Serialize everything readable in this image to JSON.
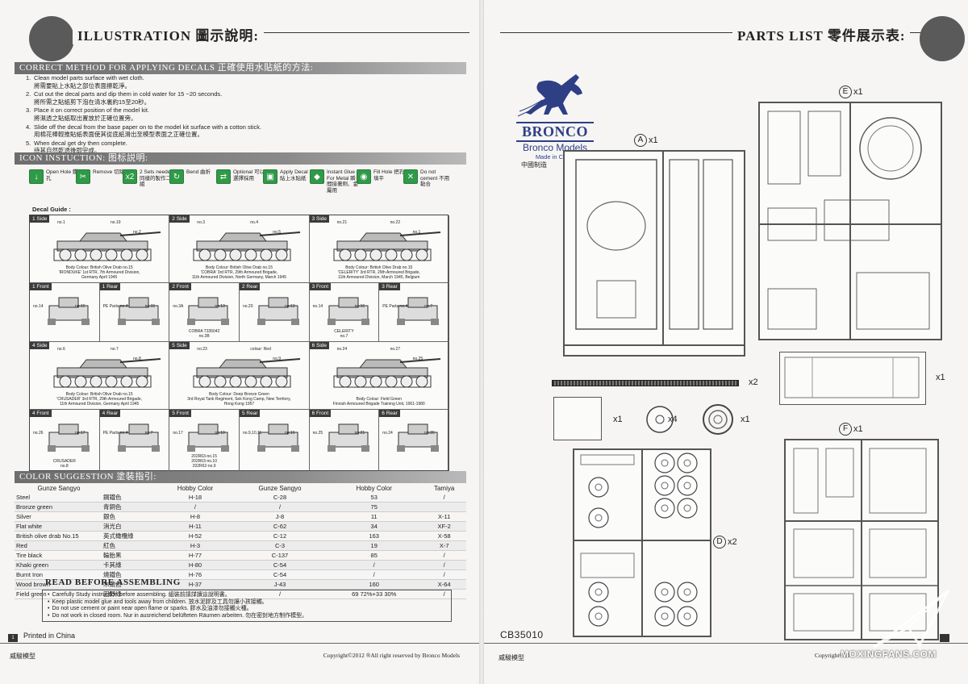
{
  "left": {
    "header_title": "ILLUSTRATION  圖示說明:",
    "decal_band": "CORRECT METHOD FOR APPLYING DECALS  正確使用水貼紙的方法:",
    "steps": [
      {
        "n": "1.",
        "en": "Clean model parts surface with wet cloth.",
        "zh": "將需要貼上水貼之部位表面擦乾淨。"
      },
      {
        "n": "2.",
        "en": "Cut out the decal parts and dip them in cold water for 15 ~20 seconds.",
        "zh": "將所需之貼紙剪下泡在清水裏約15至20秒。"
      },
      {
        "n": "3.",
        "en": "Place it on correct position of the model kit.",
        "zh": "將濕透之貼紙取出置放於正確位置旁。"
      },
      {
        "n": "4.",
        "en": "Slide off the decal from the base paper on to the model kit surface with a cotton stick.",
        "zh": "用棉花棒輕推貼紙表面使其從底紙滑出至模型表面之正確位置。"
      },
      {
        "n": "5.",
        "en": "When decal get dry then complete.",
        "zh": "待其自然乾透後即完成。"
      }
    ],
    "icon_band": "ICON INSTUCTION:  图标説明:",
    "icons": [
      {
        "name": "open-hole-icon",
        "glyph": "↓",
        "label": "Open Hole 鑽孔"
      },
      {
        "name": "remove-icon",
        "glyph": "✂",
        "label": "Remove 切除"
      },
      {
        "name": "two-sets-icon",
        "glyph": "x2",
        "label": "2 Sets needed 同樣的製作二組"
      },
      {
        "name": "bend-icon",
        "glyph": "↻",
        "label": "Bend 曲折"
      },
      {
        "name": "optional-icon",
        "glyph": "⇄",
        "label": "Optional 可以選擇採用"
      },
      {
        "name": "apply-decal-icon",
        "glyph": "▣",
        "label": "Apply Decal 貼上水貼紙"
      },
      {
        "name": "glue-icon",
        "glyph": "◆",
        "label": "Instant Glue For Metal 瞬間接著劑、金屬用"
      },
      {
        "name": "fill-hole-icon",
        "glyph": "◉",
        "label": "Fill Hole 把孔填平"
      },
      {
        "name": "no-cement-icon",
        "glyph": "✕",
        "label": "Do not cement 不用黏合"
      }
    ],
    "decal_guide_title": "Decal Guide :",
    "side_cells": [
      {
        "tag": "1 Side",
        "nums": [
          "no.1",
          "no.19",
          "no.2"
        ],
        "cap": "Body Colour: British Olive Drab no.15\n'IRONDUKE' 1st RTR, 7th Armoured Division,\nGermany April 1945"
      },
      {
        "tag": "2 Side",
        "nums": [
          "no.3",
          "no.4",
          "no.5"
        ],
        "cap": "Body Colour: British Olive Drab no.15\n'COBRA' 3rd RTR, 29th Armoured Brigade,\n11th Armoured Division, North Germany, March 1945"
      },
      {
        "tag": "3 Side",
        "nums": [
          "no.21",
          "no.22",
          "no.1"
        ],
        "cap": "Body Colour: British Olive Drab no.15\n'CELERITY' 3rd RTR, 29th Armoured Brigade,\n11th Armoured Division, March 1945, Belgium"
      },
      {
        "tag": "4 Side",
        "nums": [
          "no.6",
          "no.7",
          "no.8"
        ],
        "cap": "Body Colour: British Olive Drab no.15\n'CRUSADER' 3rd RTR, 29th Armoured Brigade,\n11th Armoured Division, Germany April 1945"
      },
      {
        "tag": "5 Side",
        "nums": [
          "no.23",
          "colour: Red",
          "no.9"
        ],
        "cap": "Body Colour: Deep Bronze Green\n3rd Royal Tank Regiment, Sek Kong Camp, New Territory,\nHong Kong 1957"
      },
      {
        "tag": "6 Side",
        "nums": [
          "no.24",
          "no.27",
          "no.25"
        ],
        "cap": "Body Colour: Field Green\nFinnish Armoured Brigade Training Unit, 1961-1980"
      }
    ],
    "small_cells_row1": [
      {
        "tag": "1 Front",
        "nums": [
          "no.14",
          "no.15"
        ],
        "cap": ""
      },
      {
        "tag": "1 Rear",
        "nums": [
          "PE Parts no.4",
          "no.15"
        ],
        "cap": ""
      },
      {
        "tag": "2 Front",
        "nums": [
          "no.3A",
          "no.13"
        ],
        "cap": "COBRA T335042\nno.3B"
      },
      {
        "tag": "2 Rear",
        "nums": [
          "no.20",
          "no.13"
        ],
        "cap": ""
      },
      {
        "tag": "3 Front",
        "nums": [
          "no.14",
          "no.16"
        ],
        "cap": "CELERITY\nno.7"
      },
      {
        "tag": "3 Rear",
        "nums": [
          "PE Parts no.4",
          "no.7"
        ],
        "cap": ""
      }
    ],
    "small_cells_row2": [
      {
        "tag": "4 Front",
        "nums": [
          "no.26",
          "no.17"
        ],
        "cap": "CRUSADER\nno.8"
      },
      {
        "tag": "4 Rear",
        "nums": [
          "PE Parts no.4",
          "no.7"
        ],
        "cap": ""
      },
      {
        "tag": "5 Front",
        "nums": [
          "no.17",
          "no.10"
        ],
        "cap": "202R63-no.15\n202R63-no.10\n202R62-no.9"
      },
      {
        "tag": "5 Rear",
        "nums": [
          "no.9,10,11",
          "no.16"
        ],
        "cap": ""
      },
      {
        "tag": "6 Front",
        "nums": [
          "no.25",
          "no.21"
        ],
        "cap": ""
      },
      {
        "tag": "6 Rear",
        "nums": [
          "no.24",
          "no.26"
        ],
        "cap": ""
      }
    ],
    "color_band": "COLOR SUGGESTION  塗裝指引:",
    "color_headers": [
      "Gunze Sangyo",
      "",
      "Hobby Color",
      "Gunze Sangyo",
      "Hobby Color",
      "Tamiya"
    ],
    "colors": [
      [
        "Steel",
        "鋼鐵色",
        "H-18",
        "C-28",
        "53",
        "/"
      ],
      [
        "Bronze green",
        "青銅色",
        "/",
        "/",
        "75",
        ""
      ],
      [
        "Silver",
        "銀色",
        "H-8",
        "J-8",
        "11",
        "X-11"
      ],
      [
        "Flat white",
        "消光白",
        "H-11",
        "C-62",
        "34",
        "XF-2"
      ],
      [
        "British olive drab No.15",
        "英式橄欖綠",
        "H-52",
        "C-12",
        "163",
        "X-58"
      ],
      [
        "Red",
        "紅色",
        "H-3",
        "C-3",
        "19",
        "X-7"
      ],
      [
        "Tire black",
        "輪胎黑",
        "H-77",
        "C-137",
        "85",
        "/"
      ],
      [
        "Khaki green",
        "卡其綠",
        "H-80",
        "C-54",
        "/",
        "/"
      ],
      [
        "Burnt Iron",
        "燒鐵色",
        "H-76",
        "C-54",
        "/",
        "/"
      ],
      [
        "Wood brown",
        "木頭色",
        "H-37",
        "J-43",
        "160",
        "X-64"
      ],
      [
        "Field green",
        "田野綠",
        "/",
        "/",
        "69 72%+33 30%",
        "/"
      ]
    ],
    "read_title": "READ BEFORE ASSEMBLING",
    "read_lines": [
      "Carefully Study instruction before assembling.  組裝前請詳讀這說明書。",
      "Keep plastic model glue and tools away from children.  放水泥膠及工具勿讓小孩接觸。",
      "Do not use cement or paint near open flame or sparks.  膠水及油漆勿接觸火種。",
      "Do not work in closed room.  Nur in ausreichend belüfteten Räumen arbeiten. 勿在密封地方制作模型。"
    ],
    "page_num": "1",
    "printed": "Printed in China",
    "footer_left": "威駿模型",
    "footer_right": "Copyright©2012  ®All right reserved by Bronco Models"
  },
  "right": {
    "header_title": "PARTS LIST  零件展示表:",
    "brand": "BRONCO",
    "brand_sub": "Bronco Models",
    "made": "Made in China",
    "made_zh": "中國制造",
    "sprues": [
      {
        "letter": "A",
        "qty": "x1"
      },
      {
        "letter": "E",
        "qty": "x1"
      },
      {
        "letter": "D",
        "qty": "x2"
      },
      {
        "letter": "F",
        "qty": "x1"
      }
    ],
    "track_qty": "x2",
    "hull_qty": "x1",
    "pe_qty": "x1",
    "wheel_qty": "x4",
    "spring_qty": "x1",
    "code": "CB35010",
    "footer_left": "威駿模型",
    "copyright": "Copyright©20",
    "watermark": "MOXINGFANS.COM"
  }
}
